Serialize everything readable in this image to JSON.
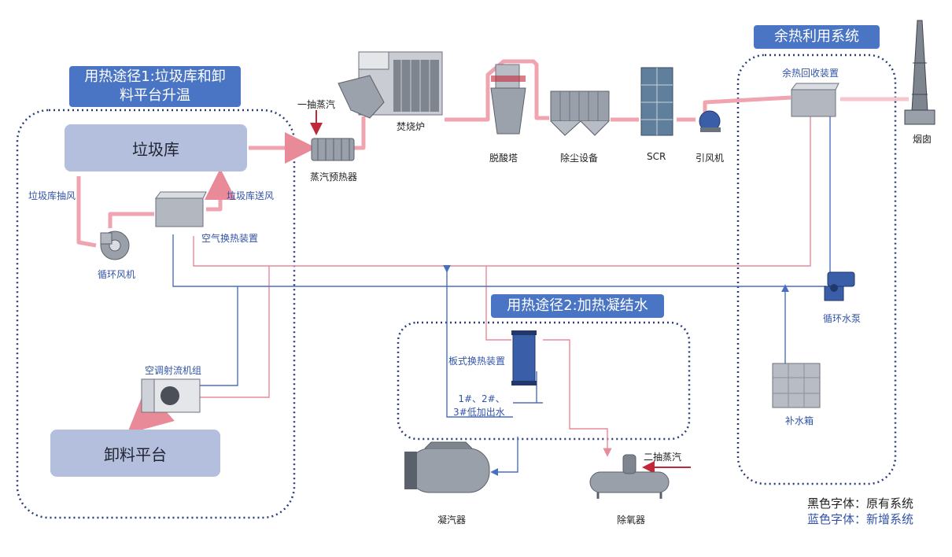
{
  "diagram": {
    "zones": {
      "path1_title": "用热途径1:垃圾库和卸料平台升温",
      "path1_title_line1": "用热途径1:垃圾库和卸",
      "path1_title_line2": "料平台升温",
      "path2_title": "用热途径2:加热凝结水",
      "waste_heat_title": "余热利用系统"
    },
    "boxes": {
      "garbage_pit": "垃圾库",
      "unloading_platform": "卸料平台"
    },
    "labels": {
      "first_extraction_steam": "一抽蒸汽",
      "steam_preheater": "蒸汽预热器",
      "incinerator": "焚烧炉",
      "deacidification_tower": "脱酸塔",
      "dust_removal": "除尘设备",
      "scr": "SCR",
      "induced_draft_fan": "引风机",
      "waste_heat_recovery": "余热回收装置",
      "chimney": "烟囱",
      "garbage_pit_exhaust": "垃圾库抽风",
      "garbage_pit_supply": "垃圾库送风",
      "air_heat_exchanger": "空气换热装置",
      "circulating_fan": "循环风机",
      "ac_jet_unit": "空调射流机组",
      "plate_heat_exchanger": "板式换热装置",
      "lp_heater_outlet_line1": "1#、2#、",
      "lp_heater_outlet_line2": "3#低加出水",
      "circulating_pump": "循环水泵",
      "makeup_tank": "补水箱",
      "second_extraction_steam": "二抽蒸汽",
      "condenser": "凝汽器",
      "deaerator": "除氧器"
    },
    "legend": {
      "black": "黑色字体：原有系统",
      "blue": "蓝色字体：新增系统"
    },
    "colors": {
      "hot_flow": "#f0a4b0",
      "hot_line": "#e98a98",
      "cold_line": "#4a6fc0",
      "badge": "#4a74c4",
      "box": "#b3bfdc",
      "dotted_border": "#2b3d7a",
      "steam_arrow": "#c0283a",
      "equipment": "#8a8f99"
    }
  }
}
